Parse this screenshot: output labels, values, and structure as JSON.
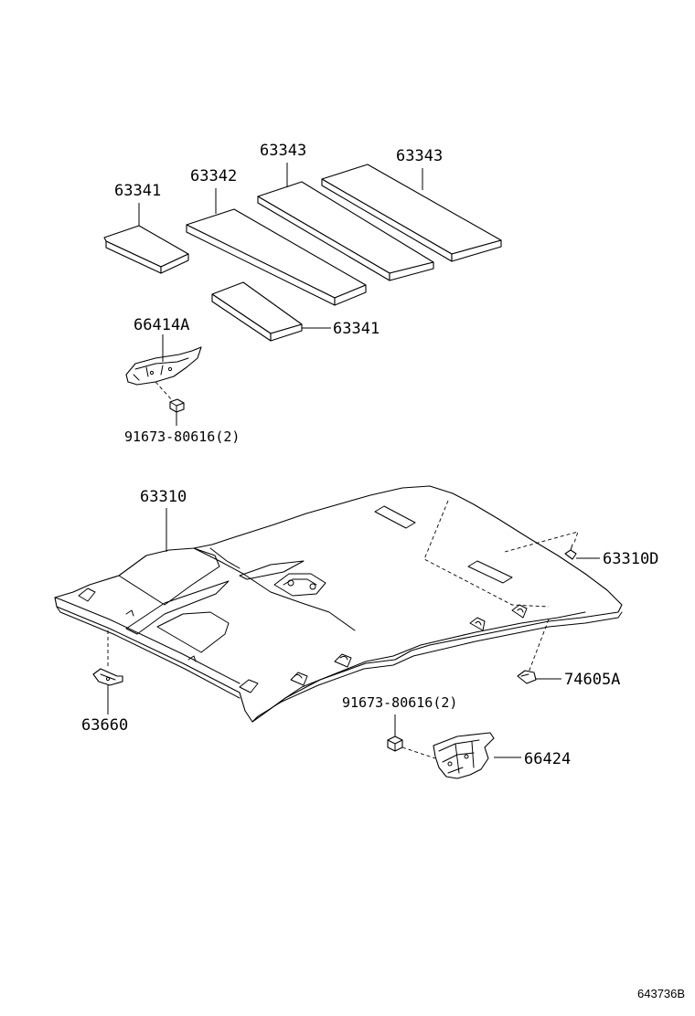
{
  "colors": {
    "ink": "#000000",
    "paper": "#ffffff"
  },
  "labels": {
    "pad_front": "63341",
    "pad_middle": "63342",
    "pad_rear_1": "63343",
    "pad_rear_2": "63343",
    "pad_lower": "63341",
    "bracket_upper": "66414A",
    "bolt_upper": "91673-80616(2)",
    "headlining": "63310",
    "clip_right": "63310D",
    "holder_right": "74605A",
    "bolt_lower": "91673-80616(2)",
    "bracket_lower": "66424",
    "clip_left": "63660"
  },
  "reference_code": "643736B"
}
